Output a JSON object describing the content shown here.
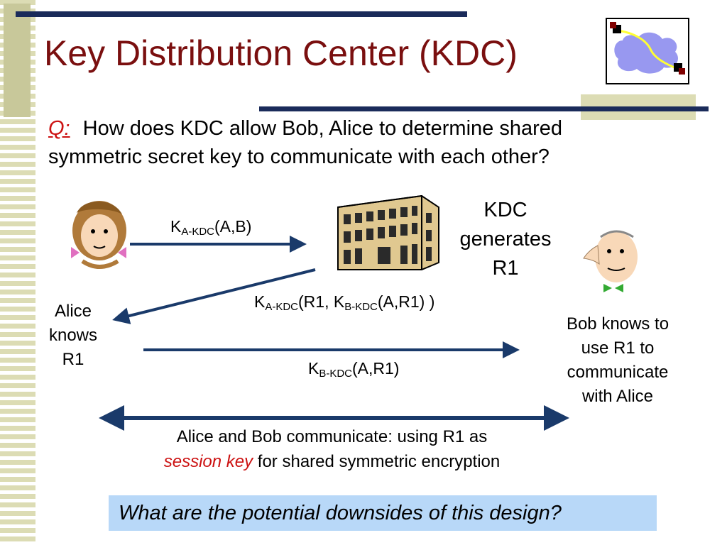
{
  "slide": {
    "title": "Key Distribution Center (KDC)",
    "question_label": "Q:",
    "question_line1": "How does KDC allow Bob, Alice to determine shared",
    "question_line2": "symmetric secret key to communicate with each other?"
  },
  "diagram": {
    "msg1": {
      "k": "K",
      "sub": "A-KDC",
      "rest": "(A,B)"
    },
    "msg2": {
      "k": "K",
      "sub": "A-KDC",
      "mid": "(R1, K",
      "sub2": "B-KDC",
      "rest": "(A,R1) )"
    },
    "msg3": {
      "k": "K",
      "sub": "B-KDC",
      "rest": "(A,R1)"
    },
    "kdc_note": [
      "KDC",
      "generates",
      "R1"
    ],
    "alice_note": [
      "Alice",
      "knows",
      "R1"
    ],
    "bob_note": [
      "Bob knows to",
      "use  R1 to",
      "communicate",
      "with Alice"
    ],
    "comm_line1": "Alice and Bob communicate: using R1 as",
    "comm_session": "session key",
    "comm_line2_rest": " for shared symmetric encryption"
  },
  "footer": {
    "question": "What are the potential downsides of this design?"
  },
  "icons": {
    "logo": "network-cloud-icon",
    "alice": "alice-cartoon-icon",
    "bob": "bob-cartoon-icon",
    "kdc": "kdc-building-icon"
  },
  "colors": {
    "title": "#7a0f0f",
    "accent_red": "#cc1111",
    "arrow": "#1a3a6a",
    "box": "#b8d8f8"
  }
}
